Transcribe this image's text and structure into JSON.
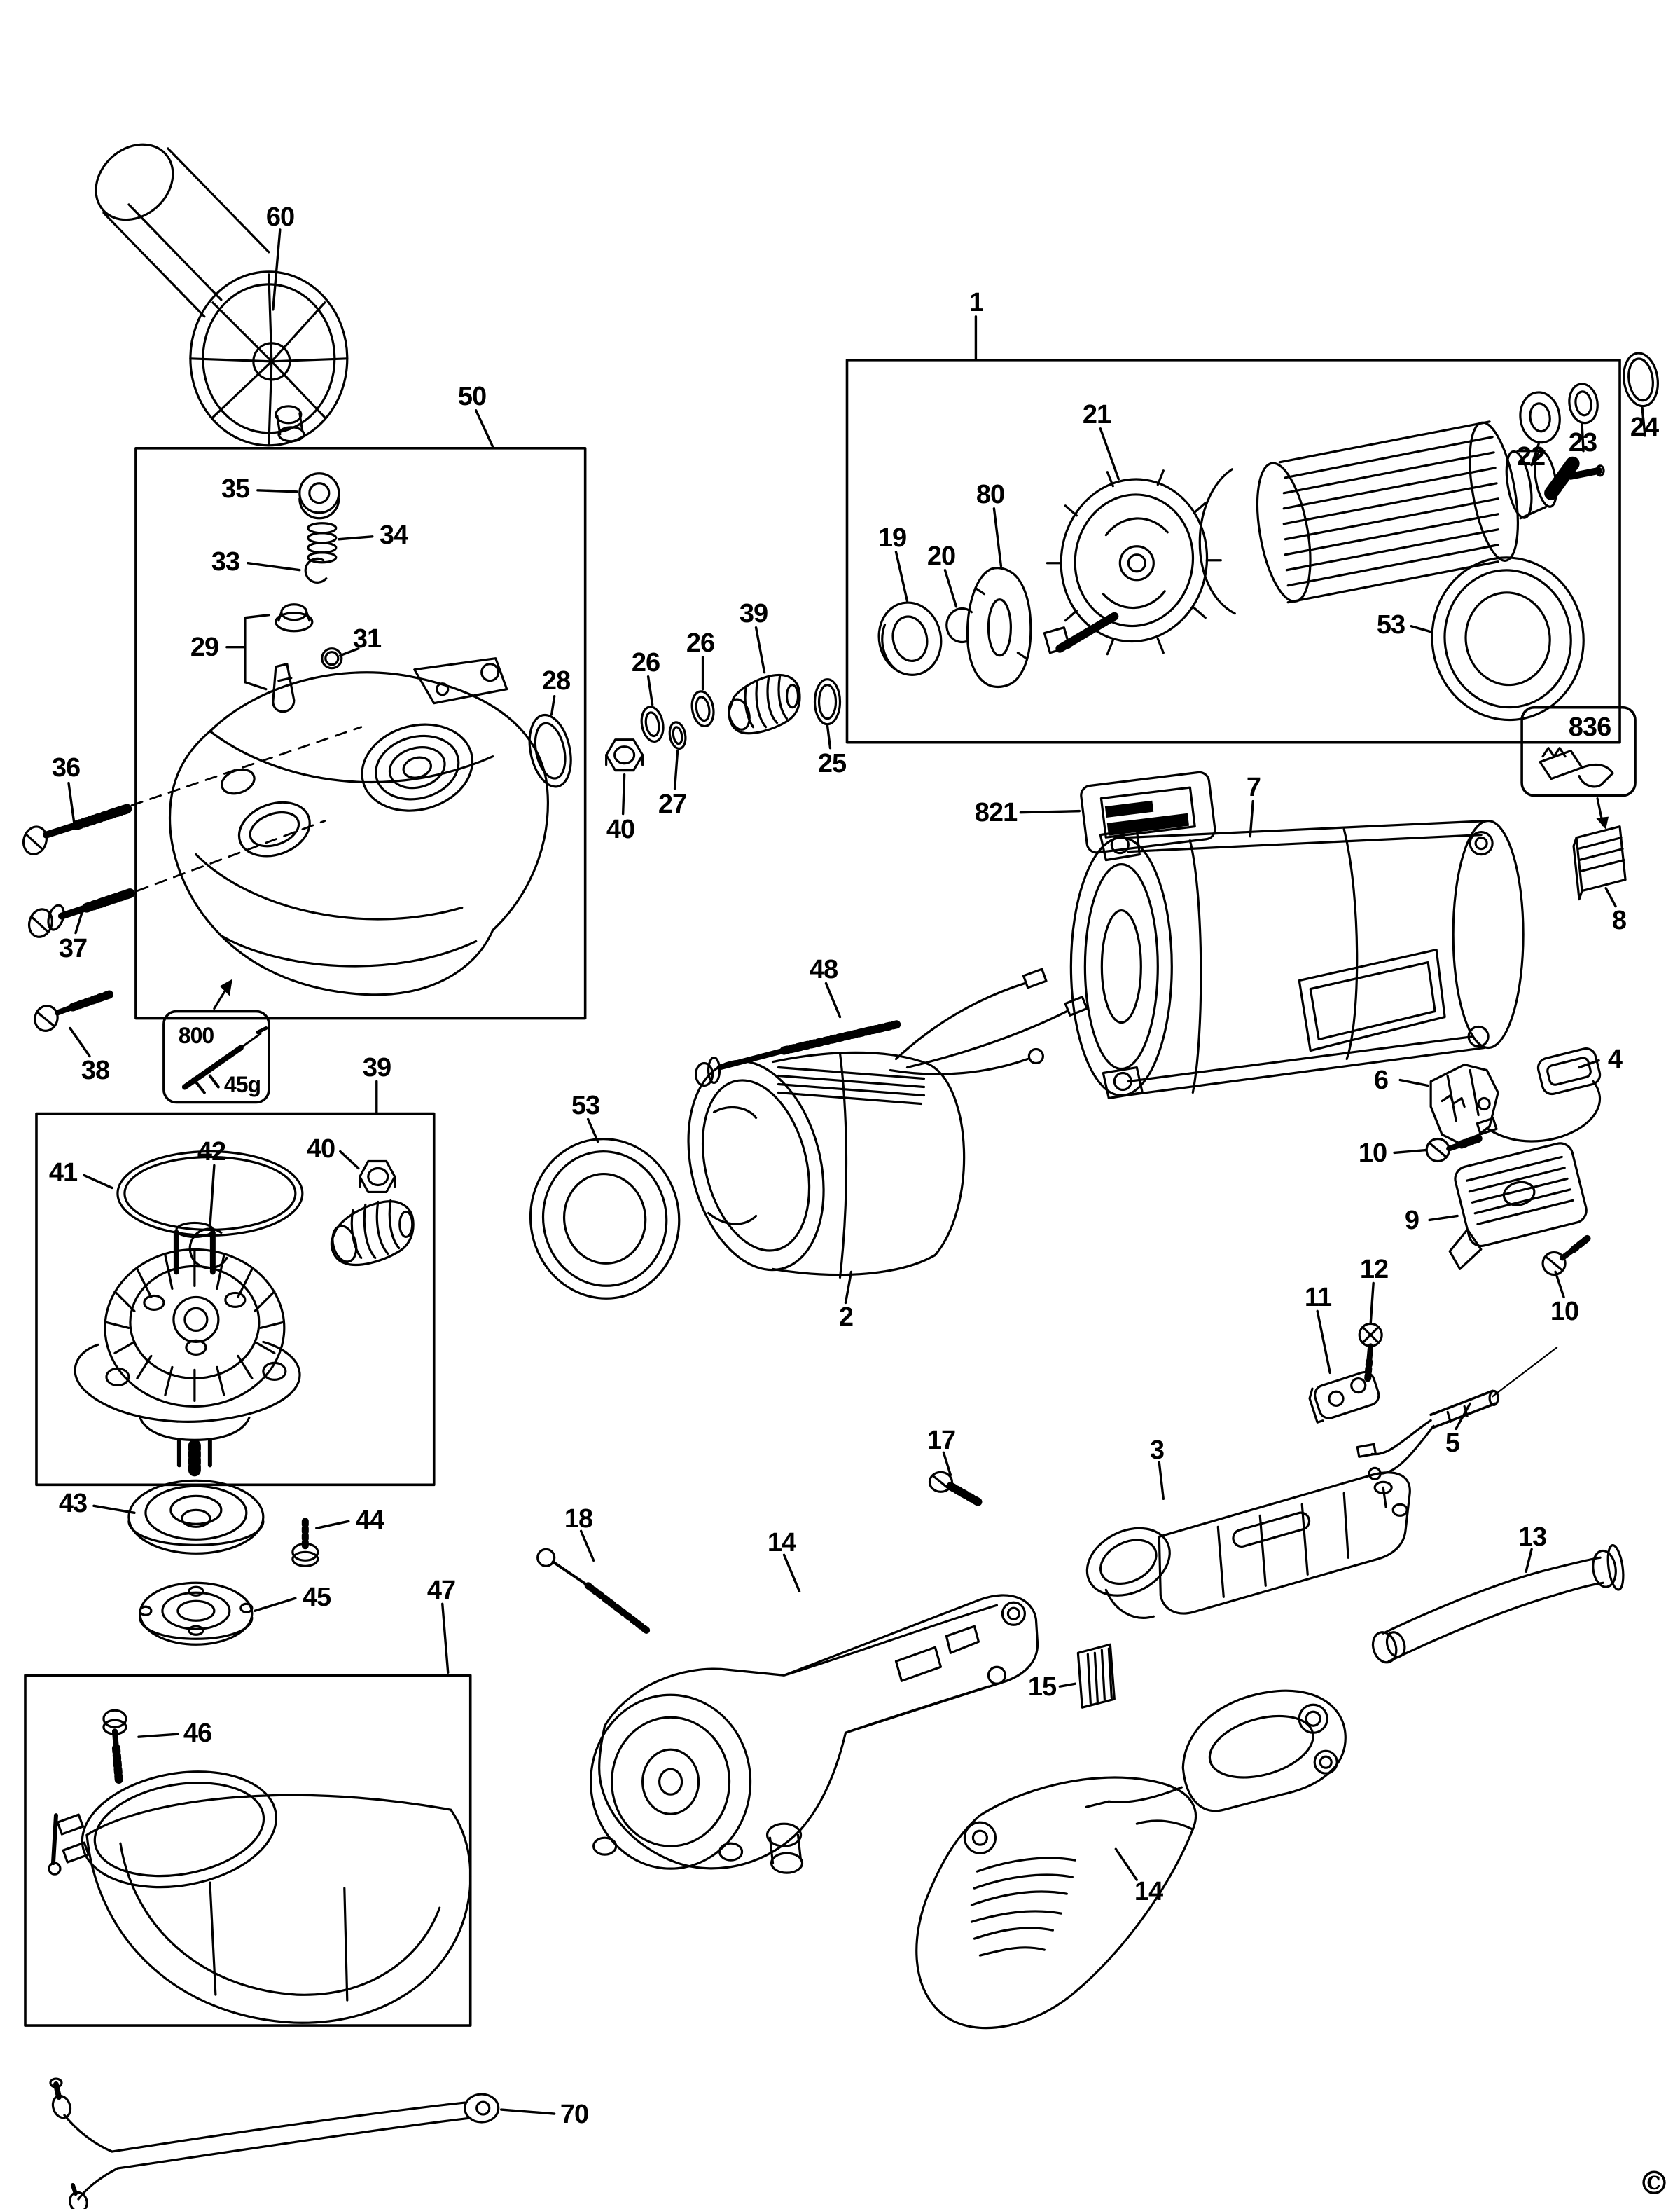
{
  "diagram": {
    "kind": "exploded-parts-diagram",
    "line_color": "#000000",
    "background_color": "#ffffff"
  },
  "grease_pack": {
    "part_number": "800",
    "grease_amount": "45g"
  },
  "page": {
    "copyright_symbol": "©"
  },
  "callouts": [
    {
      "part": "side-handle",
      "text": "60"
    },
    {
      "part": "gearcase-cover-kit-box",
      "text": "50"
    },
    {
      "part": "armature-kit-box",
      "text": "1"
    },
    {
      "part": "fan",
      "text": "21"
    },
    {
      "part": "baffle",
      "text": "80"
    },
    {
      "part": "bearing-front",
      "text": "19"
    },
    {
      "part": "retaining-ring",
      "text": "20"
    },
    {
      "part": "bearing-rear",
      "text": "22"
    },
    {
      "part": "washer-rear",
      "text": "23"
    },
    {
      "part": "ring-rear",
      "text": "24"
    },
    {
      "part": "seal-ring-a",
      "text": "53"
    },
    {
      "part": "bearing-cover",
      "text": "35"
    },
    {
      "part": "spring",
      "text": "34"
    },
    {
      "part": "circlip",
      "text": "33"
    },
    {
      "part": "lock-pin-set",
      "text": "29"
    },
    {
      "part": "o-ring-small",
      "text": "31"
    },
    {
      "part": "gasket-ring",
      "text": "28"
    },
    {
      "part": "washer-a",
      "text": "26"
    },
    {
      "part": "washer-b",
      "text": "26"
    },
    {
      "part": "spindle-a",
      "text": "39"
    },
    {
      "part": "oval-ring",
      "text": "25"
    },
    {
      "part": "nut-a",
      "text": "40"
    },
    {
      "part": "washer-small",
      "text": "27"
    },
    {
      "part": "screw-long-a",
      "text": "36"
    },
    {
      "part": "screw-long-b",
      "text": "37"
    },
    {
      "part": "screw-short",
      "text": "38"
    },
    {
      "part": "nameplate",
      "text": "821"
    },
    {
      "part": "motor-housing",
      "text": "7"
    },
    {
      "part": "brush-holder-kit-box",
      "text": "836"
    },
    {
      "part": "carbon-brush",
      "text": "8"
    },
    {
      "part": "field-screw",
      "text": "48"
    },
    {
      "part": "brush-holder",
      "text": "6"
    },
    {
      "part": "brush-with-lead",
      "text": "4"
    },
    {
      "part": "cover-screw-a",
      "text": "10"
    },
    {
      "part": "brush-cover",
      "text": "9"
    },
    {
      "part": "cover-screw-b",
      "text": "10"
    },
    {
      "part": "clamp-screw",
      "text": "12"
    },
    {
      "part": "cord-clamp",
      "text": "11"
    },
    {
      "part": "lead-wires",
      "text": "5"
    },
    {
      "part": "spindle-kit-box",
      "text": "39"
    },
    {
      "part": "nut-b",
      "text": "40"
    },
    {
      "part": "seal-ring-b",
      "text": "53"
    },
    {
      "part": "o-ring-large",
      "text": "41"
    },
    {
      "part": "retaining-ring-gear",
      "text": "42"
    },
    {
      "part": "field",
      "text": "2"
    },
    {
      "part": "inner-flange",
      "text": "43"
    },
    {
      "part": "flange-screw",
      "text": "44"
    },
    {
      "part": "outer-flange",
      "text": "45"
    },
    {
      "part": "guard-kit-box",
      "text": "47"
    },
    {
      "part": "guard-screw",
      "text": "46"
    },
    {
      "part": "gearcase-screw",
      "text": "17"
    },
    {
      "part": "housing-screw",
      "text": "18"
    },
    {
      "part": "gearcase",
      "text": "14"
    },
    {
      "part": "handle-top",
      "text": "3"
    },
    {
      "part": "label-ticket",
      "text": "15"
    },
    {
      "part": "cord-protector",
      "text": "13"
    },
    {
      "part": "handle-bottom",
      "text": "14"
    },
    {
      "part": "spanner-wrench",
      "text": "70"
    }
  ]
}
